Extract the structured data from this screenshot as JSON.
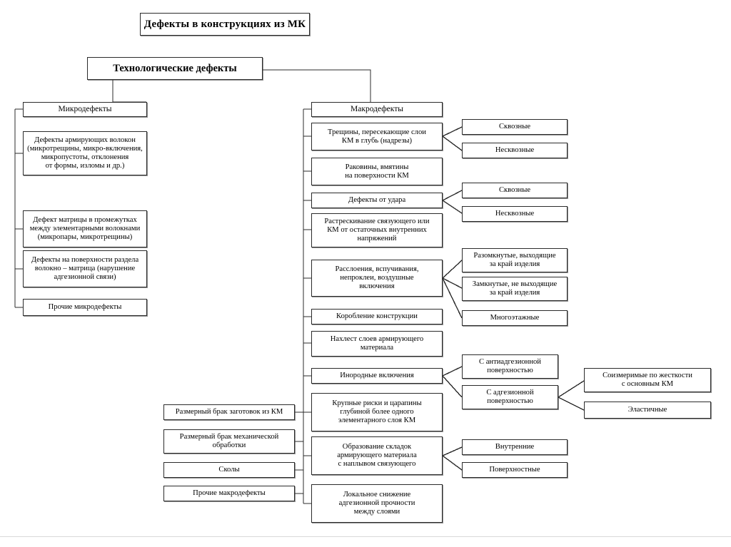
{
  "diagram": {
    "title": "Дефекты в конструкциях из МК",
    "nodes": {
      "root": "Дефекты в конструкциях из МК",
      "tech": "Технологические дефекты",
      "micro": "Микродефекты",
      "macro": "Макродефекты",
      "micro_items": [
        "Дефекты армирующих волокон\n(микротрещины, микро-включения,\nмикропустоты, отклонения\nот формы, изломы и др.)",
        "Дефект матрицы в промежутках\nмежду элементарными волокнами\n(микропары, микротрещины)",
        "Дефекты на поверхности раздела\nволокно – матрица (нарушение\nадгезионной связи)",
        "Прочие микродефекты"
      ],
      "macro_items": [
        "Трещины, пересекающие слои\nКМ в глубь (надрезы)",
        "Раковины, вмятины\nна поверхности КМ",
        "Дефекты от удара",
        "Растрескивание связующего или\nКМ от остаточных внутренних\nнапряжений",
        "Расслоения, вспучивания,\nнепроклеи, воздушные\nвключения",
        "Коробление конструкции",
        "Нахлест слоев армирующего\nматериала",
        "Инородные включения",
        "Крупные риски и царапины\nглубиной более одного\nэлементарного слоя КМ",
        "Образование складок\nармирующего материала\nс наплывом связующего",
        "Локальное снижение\nадгезионной прочности\nмежду слоями"
      ],
      "bottom_left_items": [
        "Размерный брак заготовок из КМ",
        "Размерный брак механической\nобработки",
        "Сколы",
        "Прочие макродефекты"
      ],
      "cracks_branch": [
        "Сквозные",
        "Несквозные"
      ],
      "impact_branch": [
        "Сквозные",
        "Несквозные"
      ],
      "delamination_branch": [
        "Разомкнутые, выходящие\nза край изделия",
        "Замкнутые, не выходящие\nза край изделия",
        "Многоэтажные"
      ],
      "inclusions_branch": [
        "С антиадгезионной\nповерхностью",
        "С адгезионной\nповерхностью"
      ],
      "adhesive_sub_branch": [
        "Соизмеримые по жесткости\nс основным КМ",
        "Эластичные"
      ],
      "folds_branch": [
        "Внутренние",
        "Поверхностные"
      ]
    },
    "colors": {
      "line": "#2b2b2b",
      "background": "#ffffff",
      "text": "#000000"
    }
  }
}
